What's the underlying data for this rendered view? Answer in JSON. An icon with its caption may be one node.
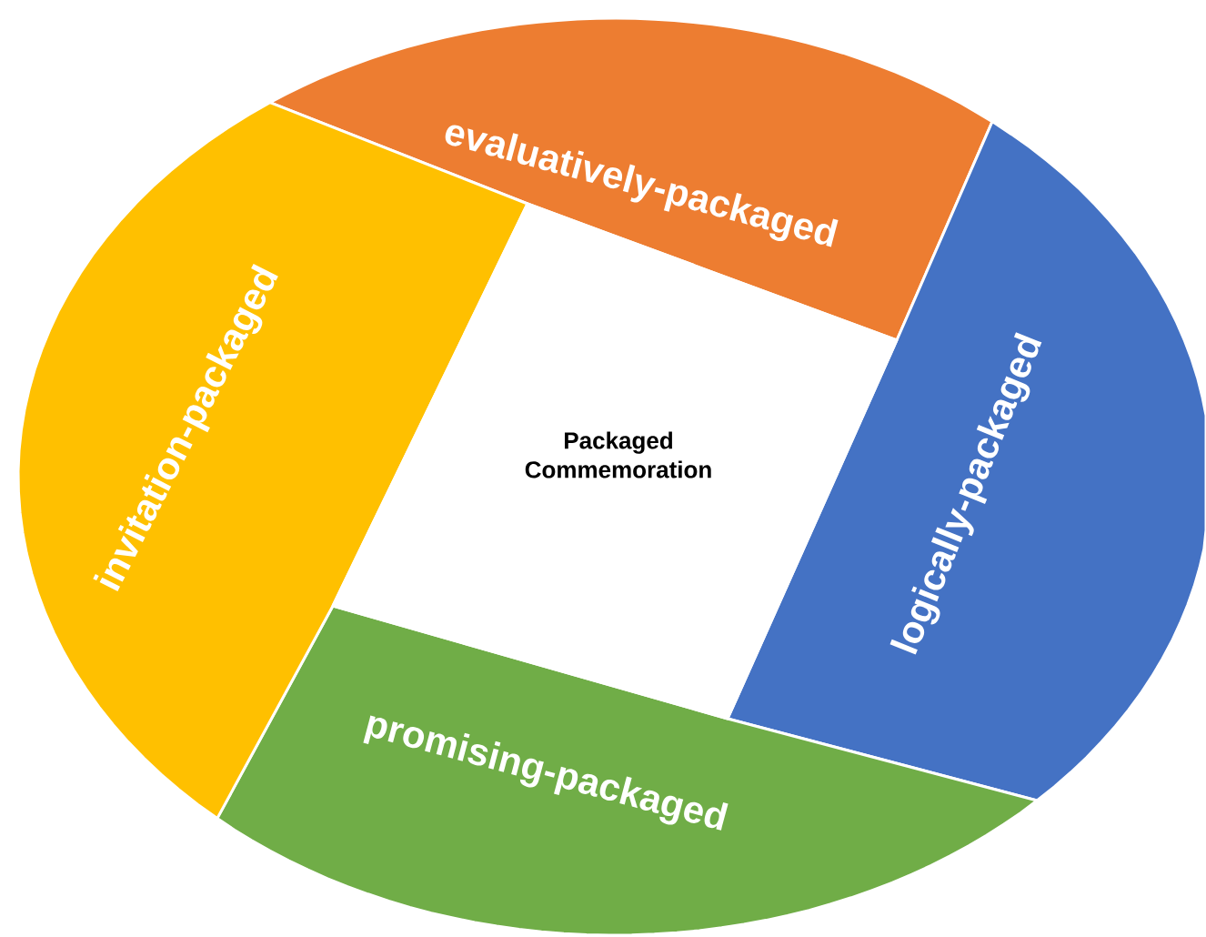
{
  "diagram": {
    "nodes": [
      {
        "text": [
          "Packaged Commemoration"
        ]
      },
      {
        "text": [
          "evaluatively-packaged"
        ]
      },
      {
        "text": [
          "logically-packaged"
        ]
      },
      {
        "text": [
          "promising-packaged"
        ]
      },
      {
        "text": [
          "invitation-packaged"
        ]
      }
    ]
  }
}
